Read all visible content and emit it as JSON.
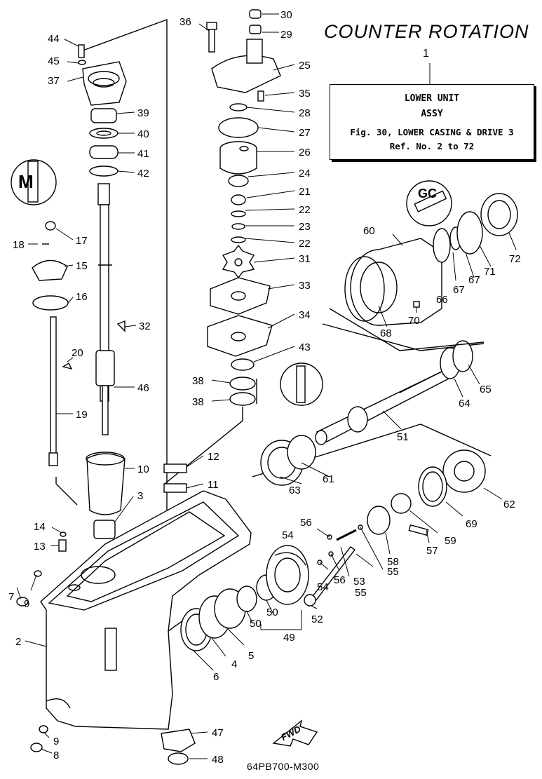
{
  "title": "COUNTER ROTATION",
  "info_box": {
    "part_number": "1",
    "line1": "LOWER UNIT",
    "line2": "ASSY",
    "line3": "Fig. 30, LOWER CASING & DRIVE 3",
    "line4": "Ref. No. 2 to 72"
  },
  "fwd_label": "FWD",
  "drawing_code": "64PB700-M300",
  "callouts": [
    "30",
    "29",
    "36",
    "25",
    "35",
    "28",
    "27",
    "26",
    "24",
    "21",
    "22",
    "23",
    "22",
    "31",
    "33",
    "34",
    "43",
    "38",
    "38",
    "44",
    "45",
    "37",
    "39",
    "40",
    "41",
    "42",
    "17",
    "18",
    "15",
    "16",
    "32",
    "20",
    "46",
    "19",
    "10",
    "12",
    "11",
    "3",
    "14",
    "13",
    "7",
    "9",
    "2",
    "9",
    "8",
    "47",
    "48",
    "6",
    "4",
    "5",
    "50",
    "50",
    "49",
    "52",
    "56",
    "54",
    "53",
    "55",
    "54",
    "56",
    "55",
    "58",
    "57",
    "59",
    "69",
    "62",
    "61",
    "63",
    "51",
    "64",
    "65",
    "60",
    "66",
    "67",
    "67",
    "71",
    "72",
    "68",
    "70"
  ]
}
